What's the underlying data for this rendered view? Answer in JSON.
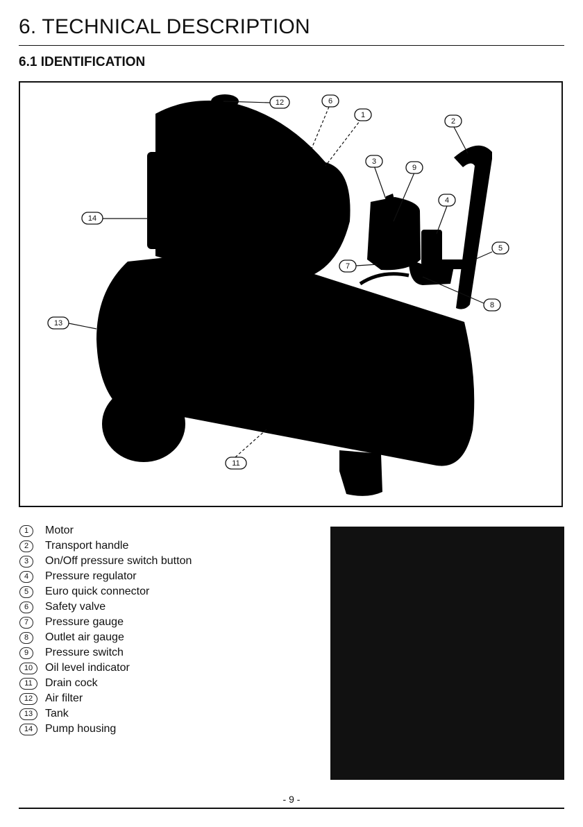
{
  "page": {
    "title": "6. TECHNICAL DESCRIPTION",
    "subtitle": "6.1 IDENTIFICATION",
    "page_number": "- 9 -"
  },
  "figure": {
    "callouts": [
      "12",
      "6",
      "1",
      "2",
      "3",
      "9",
      "4",
      "14",
      "5",
      "7",
      "8",
      "13",
      "11"
    ]
  },
  "legend": [
    {
      "num": "1",
      "label": "Motor"
    },
    {
      "num": "2",
      "label": "Transport handle"
    },
    {
      "num": "3",
      "label": "On/Off pressure switch button"
    },
    {
      "num": "4",
      "label": "Pressure regulator"
    },
    {
      "num": "5",
      "label": "Euro quick connector"
    },
    {
      "num": "6",
      "label": "Safety valve"
    },
    {
      "num": "7",
      "label": "Pressure gauge"
    },
    {
      "num": "8",
      "label": "Outlet air gauge"
    },
    {
      "num": "9",
      "label": "Pressure switch"
    },
    {
      "num": "10",
      "label": "Oil level indicator"
    },
    {
      "num": "11",
      "label": "Drain cock"
    },
    {
      "num": "12",
      "label": "Air filter"
    },
    {
      "num": "13",
      "label": "Tank"
    },
    {
      "num": "14",
      "label": "Pump housing"
    }
  ]
}
